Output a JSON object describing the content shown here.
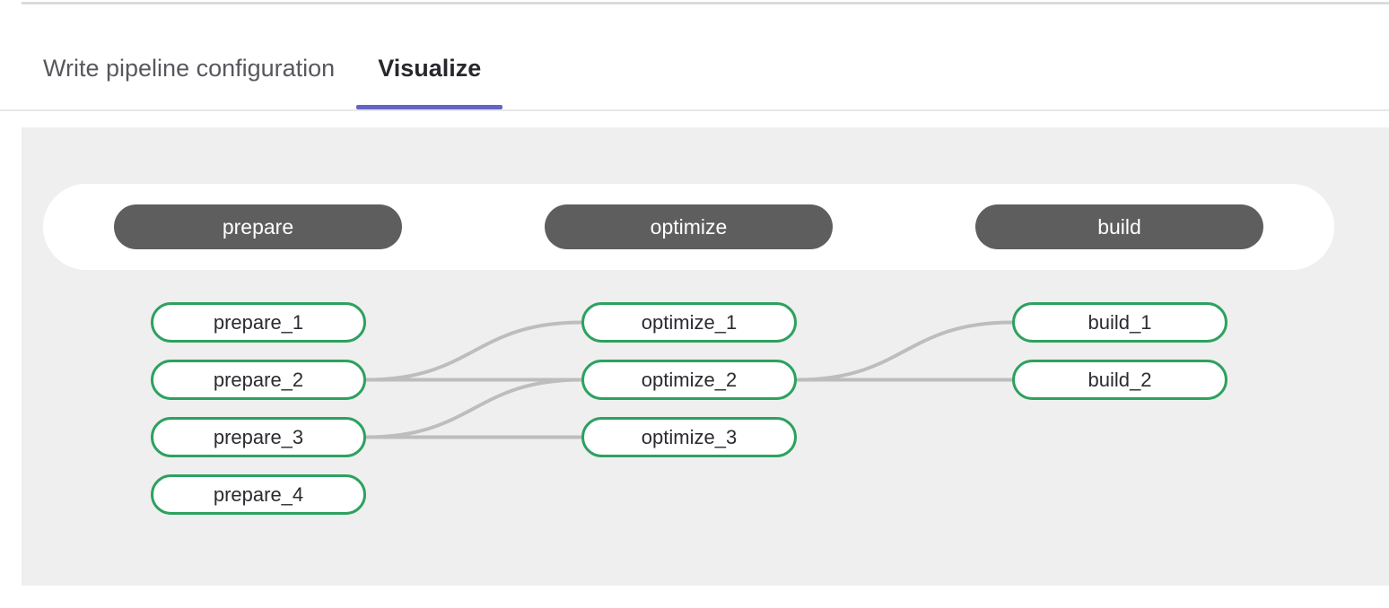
{
  "tabs": [
    {
      "label": "Write pipeline configuration",
      "active": false
    },
    {
      "label": "Visualize",
      "active": true
    }
  ],
  "colors": {
    "active_tab_indicator": "#6565c2",
    "active_tab_text": "#28272d",
    "inactive_tab_text": "#57575e",
    "canvas_background": "#efefef",
    "stage_pill_background": "#5e5e5e",
    "stage_pill_text": "#ffffff",
    "job_pill_border": "#2da160",
    "job_pill_background": "#ffffff",
    "job_pill_text": "#2b2b31",
    "connector_line": "#bdbdbd"
  },
  "pipeline": {
    "stages": [
      {
        "name": "prepare",
        "jobs": [
          "prepare_1",
          "prepare_2",
          "prepare_3",
          "prepare_4"
        ]
      },
      {
        "name": "optimize",
        "jobs": [
          "optimize_1",
          "optimize_2",
          "optimize_3"
        ]
      },
      {
        "name": "build",
        "jobs": [
          "build_1",
          "build_2"
        ]
      }
    ],
    "links": [
      {
        "from": "prepare_2",
        "to": "optimize_1"
      },
      {
        "from": "prepare_2",
        "to": "optimize_2"
      },
      {
        "from": "prepare_3",
        "to": "optimize_2"
      },
      {
        "from": "prepare_3",
        "to": "optimize_3"
      },
      {
        "from": "optimize_2",
        "to": "build_1"
      },
      {
        "from": "optimize_2",
        "to": "build_2"
      }
    ]
  }
}
